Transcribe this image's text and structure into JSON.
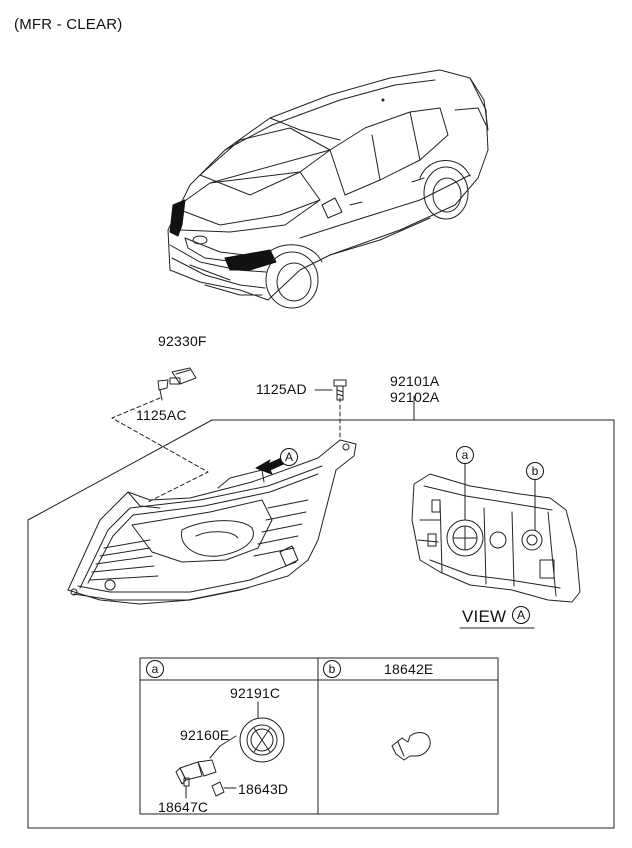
{
  "header": {
    "title": "(MFR - CLEAR)"
  },
  "callouts": {
    "p92330f": "92330F",
    "p1125ac": "1125AC",
    "p1125ad": "1125AD",
    "p92101a": "92101A",
    "p92102a": "92102A",
    "view_text": "VIEW",
    "view_letter": "A",
    "arrow_letter": "A",
    "marker_a": "a",
    "marker_b": "b"
  },
  "parts_table": {
    "col_a": {
      "marker": "a",
      "title": ""
    },
    "col_b": {
      "marker": "b",
      "title": "18642E"
    },
    "parts_a": {
      "p92191c": "92191C",
      "p92160e": "92160E",
      "p18643d": "18643D",
      "p18647c": "18647C"
    }
  }
}
